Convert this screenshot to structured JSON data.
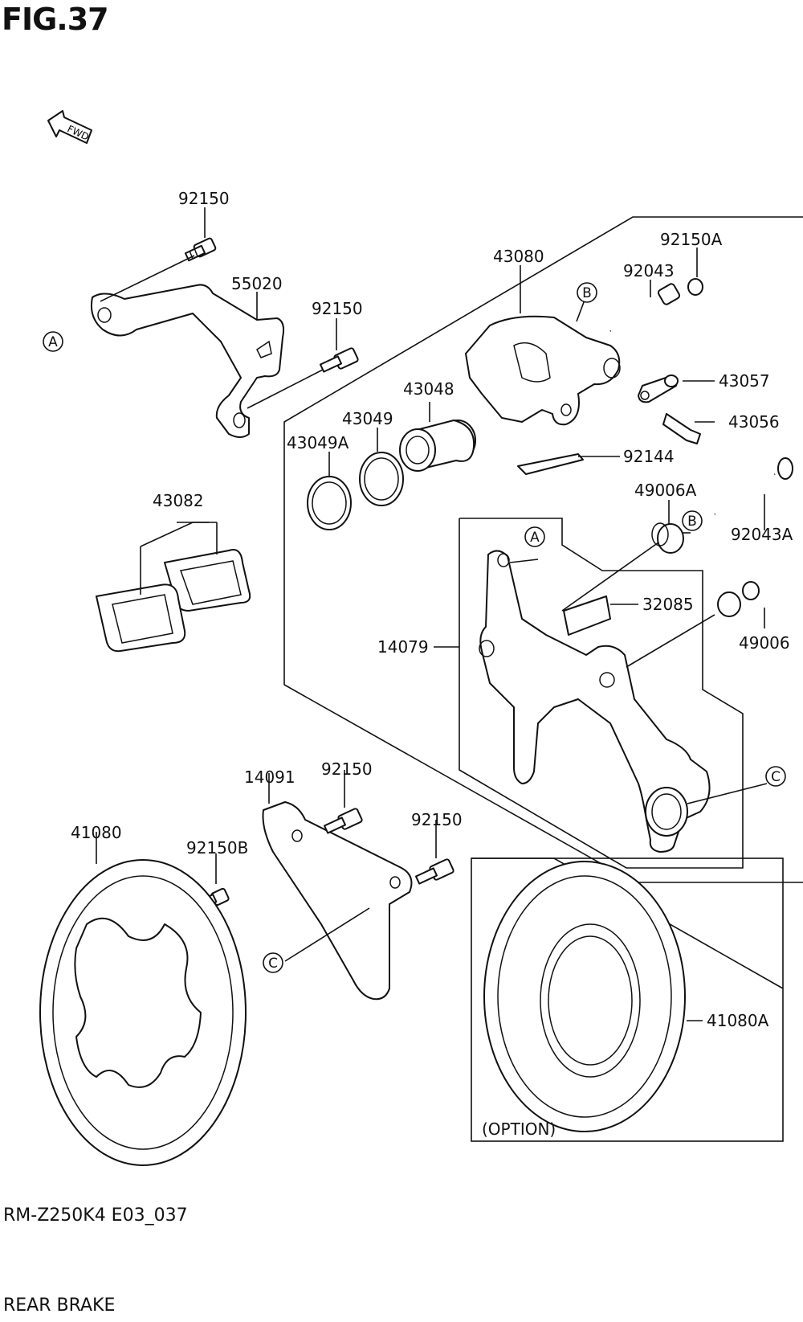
{
  "figure_title": "FIG.37",
  "footer": {
    "code": "RM-Z250K4 E03_037",
    "name": "REAR BRAKE"
  },
  "fwd_arrow_text": "FWD",
  "option_label": "(OPTION)",
  "refs": {
    "a1": "A",
    "a2": "A",
    "b1": "B",
    "b2": "B",
    "c1": "C",
    "c2": "C"
  },
  "parts": {
    "p92150_top": "92150",
    "p55020": "55020",
    "p92150_mid": "92150",
    "p43080": "43080",
    "p92150A": "92150A",
    "p92043": "92043",
    "p43057": "43057",
    "p43056": "43056",
    "p43048": "43048",
    "p43049": "43049",
    "p43049A": "43049A",
    "p92144": "92144",
    "p43082": "43082",
    "p49006A": "49006A",
    "p92043A": "92043A",
    "p32085": "32085",
    "p14079": "14079",
    "p49006": "49006",
    "p14091": "14091",
    "p92150_g": "92150",
    "p92150_h": "92150",
    "p41080": "41080",
    "p92150B": "92150B",
    "p41080A": "41080A"
  }
}
